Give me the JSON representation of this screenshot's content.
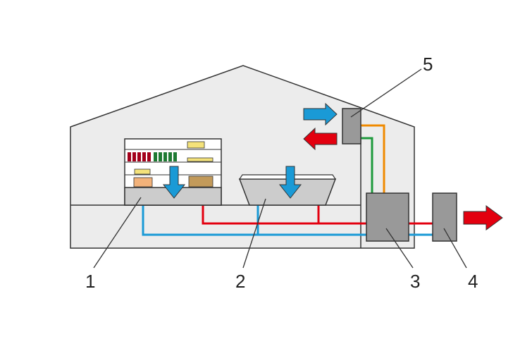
{
  "callouts": [
    {
      "id": "1",
      "label": "1"
    },
    {
      "id": "2",
      "label": "2"
    },
    {
      "id": "3",
      "label": "3"
    },
    {
      "id": "4",
      "label": "4"
    },
    {
      "id": "5",
      "label": "5"
    }
  ],
  "colors": {
    "building_fill": "#ececec",
    "outline": "#333333",
    "unit_fill": "#999999",
    "pipe_hot": "#e3000f",
    "pipe_cold": "#1a9ad6",
    "pipe_orange": "#f08a00",
    "pipe_green": "#1e9a3c",
    "arrow_blue": "#1a9ad6",
    "arrow_red": "#e3000f"
  },
  "icons": [
    "down-arrow-icon",
    "right-arrow-icon",
    "left-arrow-icon",
    "bottle-icon",
    "jar-icon",
    "cheese-icon"
  ]
}
